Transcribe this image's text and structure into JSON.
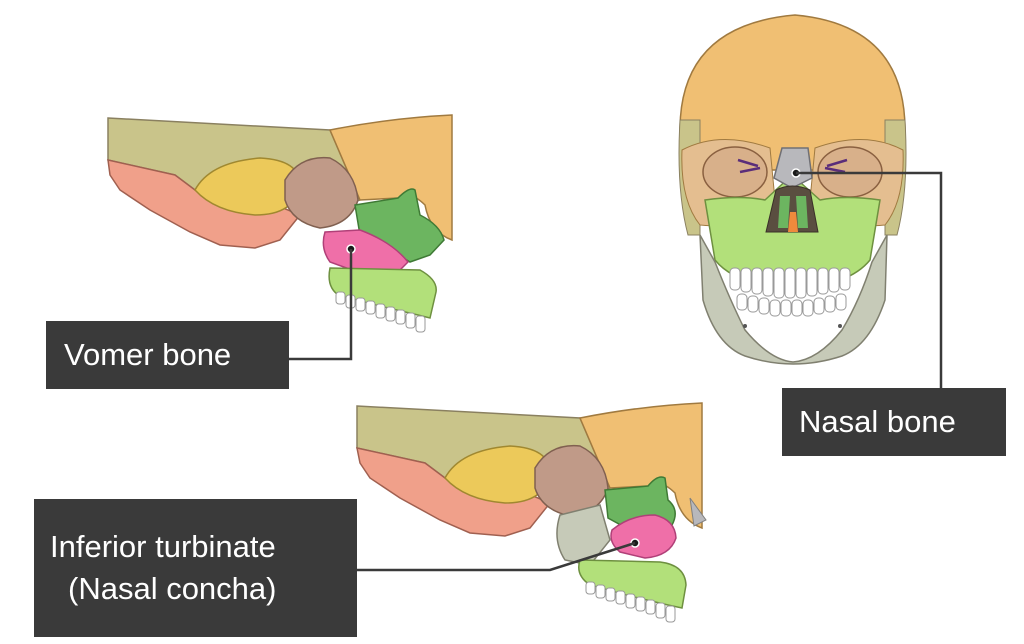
{
  "labels": {
    "vomer": "Vomer bone",
    "nasal": "Nasal bone",
    "inferior_line1": "Inferior turbinate",
    "inferior_line2": "(Nasal concha)"
  },
  "colors": {
    "label_bg": "#3a3a3a",
    "label_text": "#ffffff",
    "leader_line": "#3a3a3a",
    "frontal": "#f0bf73",
    "parietal": "#c9c48a",
    "occipital": "#f0a08a",
    "temporal": "#ecc95a",
    "sphenoid": "#c09a88",
    "maxilla": "#b2e07a",
    "ethmoid": "#6cb560",
    "zygomatic": "#e4be90",
    "mandible": "#c6cab8",
    "highlight": "#ef6fa8",
    "teeth": "#ffffff",
    "orbit_lines": "#5a2d7a",
    "nasal_bone_grey": "#b8b8bc",
    "nasal_cavity_dark": "#5a4e40",
    "vomer_orange": "#f08a3c"
  }
}
